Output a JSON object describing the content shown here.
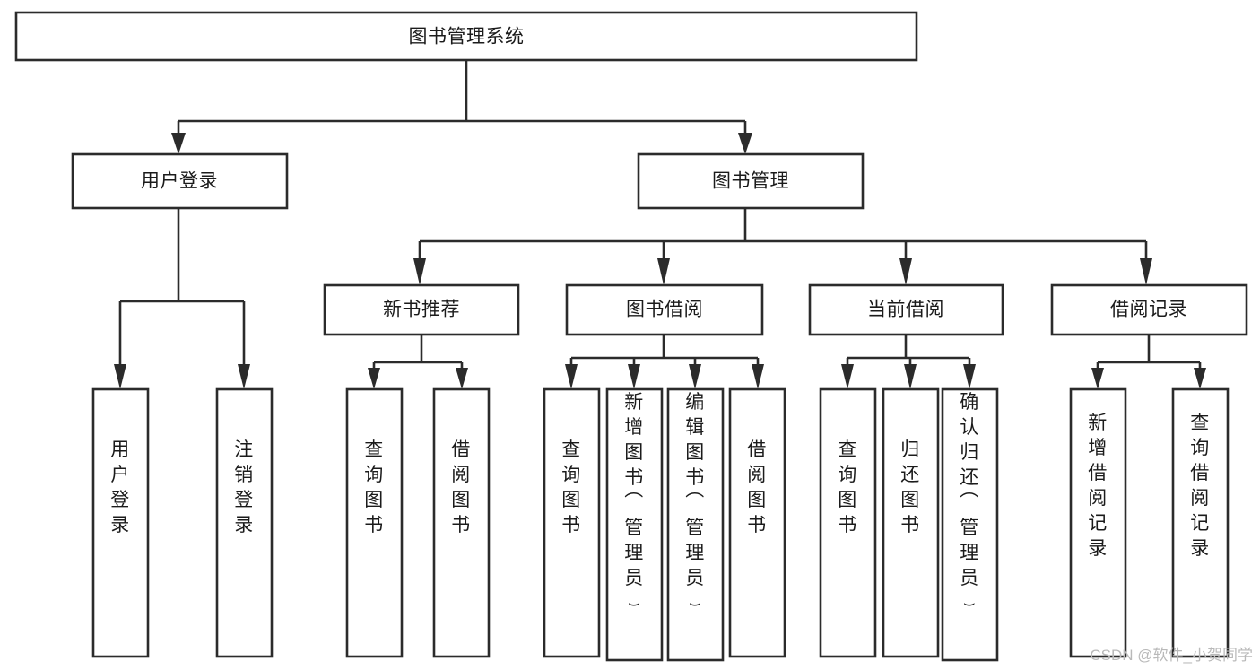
{
  "diagram": {
    "type": "tree-hierarchy",
    "title": "图书管理系统",
    "root": {
      "label": "图书管理系统",
      "orientation": "horizontal"
    },
    "level1": [
      {
        "id": "user-login",
        "label": "用户登录",
        "orientation": "horizontal"
      },
      {
        "id": "book-management",
        "label": "图书管理",
        "orientation": "horizontal"
      }
    ],
    "level2": [
      {
        "id": "new-book-recommend",
        "label": "新书推荐",
        "parent": "book-management",
        "orientation": "horizontal"
      },
      {
        "id": "book-borrow",
        "label": "图书借阅",
        "parent": "book-management",
        "orientation": "horizontal"
      },
      {
        "id": "current-borrow",
        "label": "当前借阅",
        "parent": "book-management",
        "orientation": "horizontal"
      },
      {
        "id": "borrow-record",
        "label": "借阅记录",
        "parent": "book-management",
        "orientation": "horizontal"
      }
    ],
    "leaves": [
      {
        "id": "leaf-user-login",
        "label": "用户登录",
        "parent": "user-login",
        "orientation": "vertical"
      },
      {
        "id": "leaf-user-logout",
        "label": "注销登录",
        "parent": "user-login",
        "orientation": "vertical"
      },
      {
        "id": "leaf-query-book-1",
        "label": "查询图书",
        "parent": "new-book-recommend",
        "orientation": "vertical"
      },
      {
        "id": "leaf-borrow-book-1",
        "label": "借阅图书",
        "parent": "new-book-recommend",
        "orientation": "vertical"
      },
      {
        "id": "leaf-query-book-2",
        "label": "查询图书",
        "parent": "book-borrow",
        "orientation": "vertical"
      },
      {
        "id": "leaf-add-book-admin",
        "label": "新增图书（管理员）",
        "parent": "book-borrow",
        "orientation": "vertical"
      },
      {
        "id": "leaf-edit-book-admin",
        "label": "编辑图书（管理员）",
        "parent": "book-borrow",
        "orientation": "vertical"
      },
      {
        "id": "leaf-borrow-book-2",
        "label": "借阅图书",
        "parent": "book-borrow",
        "orientation": "vertical"
      },
      {
        "id": "leaf-query-book-3",
        "label": "查询图书",
        "parent": "current-borrow",
        "orientation": "vertical"
      },
      {
        "id": "leaf-return-book",
        "label": "归还图书",
        "parent": "current-borrow",
        "orientation": "vertical"
      },
      {
        "id": "leaf-confirm-return-admin",
        "label": "确认归还（管理员）",
        "parent": "current-borrow",
        "orientation": "vertical"
      },
      {
        "id": "leaf-add-borrow-record",
        "label": "新增借阅记录",
        "parent": "borrow-record",
        "orientation": "vertical"
      },
      {
        "id": "leaf-query-borrow-record",
        "label": "查询借阅记录",
        "parent": "borrow-record",
        "orientation": "vertical"
      }
    ],
    "colors": {
      "background": "#ffffff",
      "box_fill": "#ffffff",
      "box_stroke": "#2b2b2b",
      "connector": "#2b2b2b",
      "text": "#1b1b1b",
      "watermark": "#b9b9b9"
    }
  },
  "watermark": {
    "text": "CSDN @软件_小贺同学"
  }
}
